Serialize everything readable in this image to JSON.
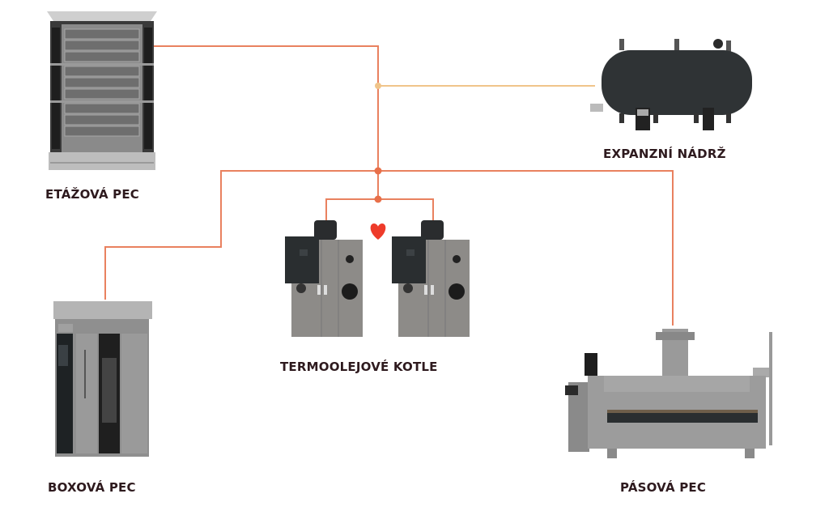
{
  "diagram": {
    "colors": {
      "line": "#e9815f",
      "line_light": "#f0c48a",
      "node": "#e8704a",
      "node_light": "#f0c48a",
      "heart": "#ee3b2a",
      "label": "#2e1a1e"
    },
    "nodes": [
      {
        "id": "etazova",
        "label": "ETÁŽOVÁ PEC"
      },
      {
        "id": "expanzni",
        "label": "EXPANZNÍ NÁDRŽ"
      },
      {
        "id": "kotle",
        "label": "TERMOOLEJOVÉ KOTLE"
      },
      {
        "id": "boxova",
        "label": "BOXOVÁ PEC"
      },
      {
        "id": "pasova",
        "label": "PÁSOVÁ PEC"
      }
    ],
    "center_icon": "heart-icon"
  }
}
